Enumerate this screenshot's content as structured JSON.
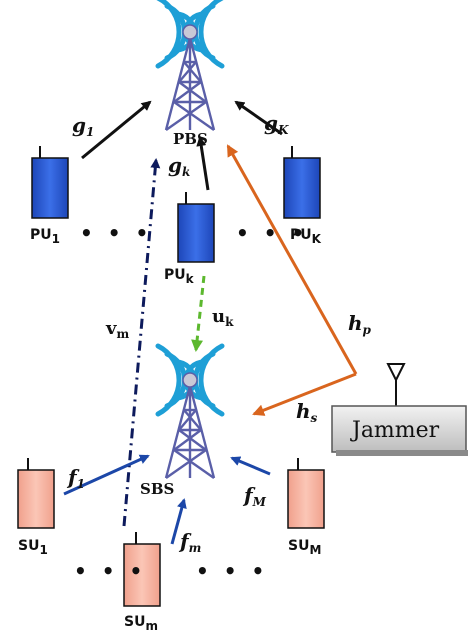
{
  "stations": {
    "pbs": "PBS",
    "sbs": "SBS"
  },
  "primary_users": {
    "pu1": {
      "base": "PU",
      "sub": "1"
    },
    "puk": {
      "base": "PU",
      "sub": "k"
    },
    "puK": {
      "base": "PU",
      "sub": "K"
    }
  },
  "secondary_users": {
    "su1": {
      "base": "SU",
      "sub": "1"
    },
    "sum": {
      "base": "SU",
      "sub": "m"
    },
    "suM": {
      "base": "SU",
      "sub": "M"
    }
  },
  "channels": {
    "g1": {
      "base": "g",
      "sub": "1"
    },
    "gk": {
      "base": "g",
      "sub": "k"
    },
    "gK": {
      "base": "g",
      "sub": "K"
    },
    "f1": {
      "base": "f",
      "sub": "1"
    },
    "fm": {
      "base": "f",
      "sub": "m"
    },
    "fM": {
      "base": "f",
      "sub": "M"
    },
    "hp": {
      "base": "h",
      "sub": "p"
    },
    "hs": {
      "base": "h",
      "sub": "s"
    },
    "vm": {
      "base": "v",
      "sub": "m"
    },
    "uk": {
      "base": "u",
      "sub": "k"
    }
  },
  "jammer": "Jammer",
  "ellipsis": "• • •",
  "colors": {
    "pu_fill": "#2f5fd6",
    "su_fill": "#f6b3a2",
    "tower": "#5a5fa8",
    "waves": "#1e9fd6",
    "arrow_black": "#111111",
    "arrow_blue": "#1c47a8",
    "arrow_orange": "#d9651e",
    "arrow_green": "#5cb82e",
    "arrow_navy": "#0d1a5c"
  }
}
